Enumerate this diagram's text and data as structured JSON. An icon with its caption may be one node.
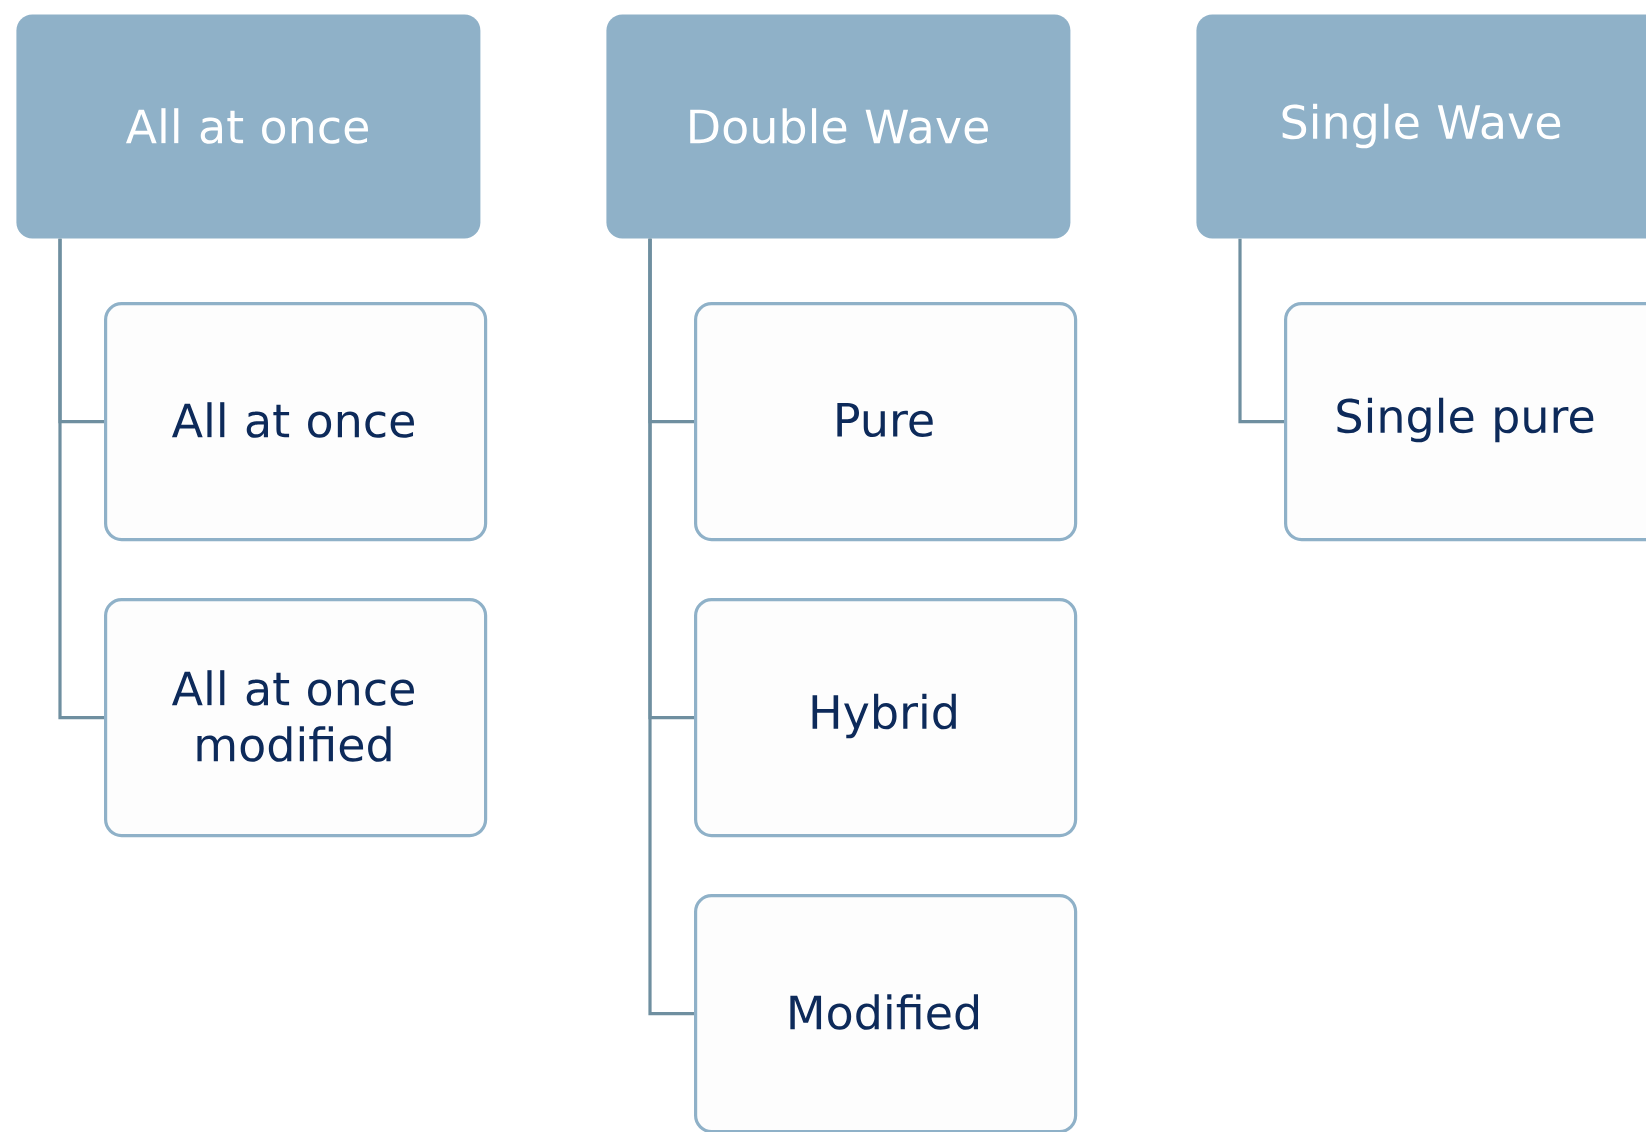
{
  "diagram": {
    "nodes": [
      {
        "text": [
          "All at once"
        ]
      },
      {
        "text": [
          "All at once"
        ]
      },
      {
        "text": [
          "All at once modified"
        ]
      },
      {
        "text": [
          "Double Wave"
        ]
      },
      {
        "text": [
          "Pure"
        ]
      },
      {
        "text": [
          "Hybrid"
        ]
      },
      {
        "text": [
          "Modified"
        ]
      },
      {
        "text": [
          "Single Wave"
        ]
      },
      {
        "text": [
          "Single pure"
        ]
      }
    ],
    "edges": [
      {
        "from": 0,
        "to": 1,
        "arrow": "none"
      },
      {
        "from": 0,
        "to": 2,
        "arrow": "none"
      },
      {
        "from": 3,
        "to": 4,
        "arrow": "none"
      },
      {
        "from": 3,
        "to": 5,
        "arrow": "none"
      },
      {
        "from": 3,
        "to": 6,
        "arrow": "none"
      },
      {
        "from": 7,
        "to": 8,
        "arrow": "none"
      }
    ]
  }
}
